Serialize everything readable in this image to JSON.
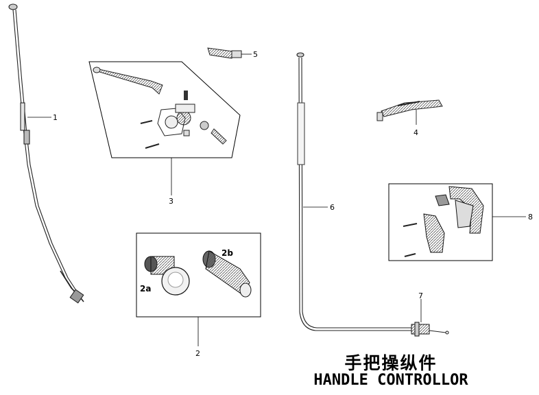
{
  "diagram": {
    "title_cn": "手把操纵件",
    "title_en": "HANDLE CONTROLLOR",
    "callouts": {
      "c1": "1",
      "c2": "2",
      "c2a": "2a",
      "c2b": "2b",
      "c3": "3",
      "c4": "4",
      "c5": "5",
      "c6": "6",
      "c7": "7",
      "c8": "8"
    }
  }
}
